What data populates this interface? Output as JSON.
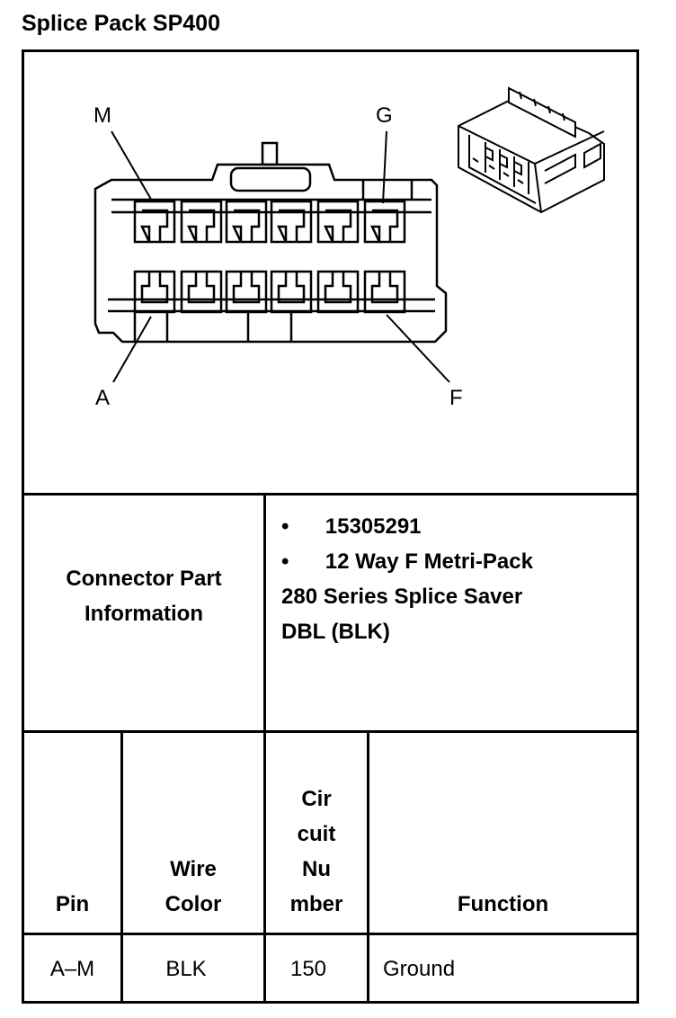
{
  "page_title": "Splice Pack SP400",
  "diagram": {
    "labels": {
      "top_left": "M",
      "top_right": "G",
      "bottom_left": "A",
      "bottom_right": "F"
    }
  },
  "connector_info": {
    "label_line1": "Connector Part",
    "label_line2": "Information",
    "bullet": "•",
    "part_number": "15305291",
    "description_line1": "12 Way F Metri-Pack",
    "description_line2": "280 Series Splice Saver",
    "description_line3": "DBL (BLK)"
  },
  "table": {
    "headers": {
      "pin": "Pin",
      "wire_color_1": "Wire",
      "wire_color_2": "Color",
      "circuit_1": "Cir",
      "circuit_2": "cuit",
      "circuit_3": "Nu",
      "circuit_4": "mber",
      "function": "Function"
    },
    "rows": [
      {
        "pin": "A–M",
        "wire_color": "BLK",
        "circuit": "150",
        "function": "Ground"
      }
    ]
  }
}
